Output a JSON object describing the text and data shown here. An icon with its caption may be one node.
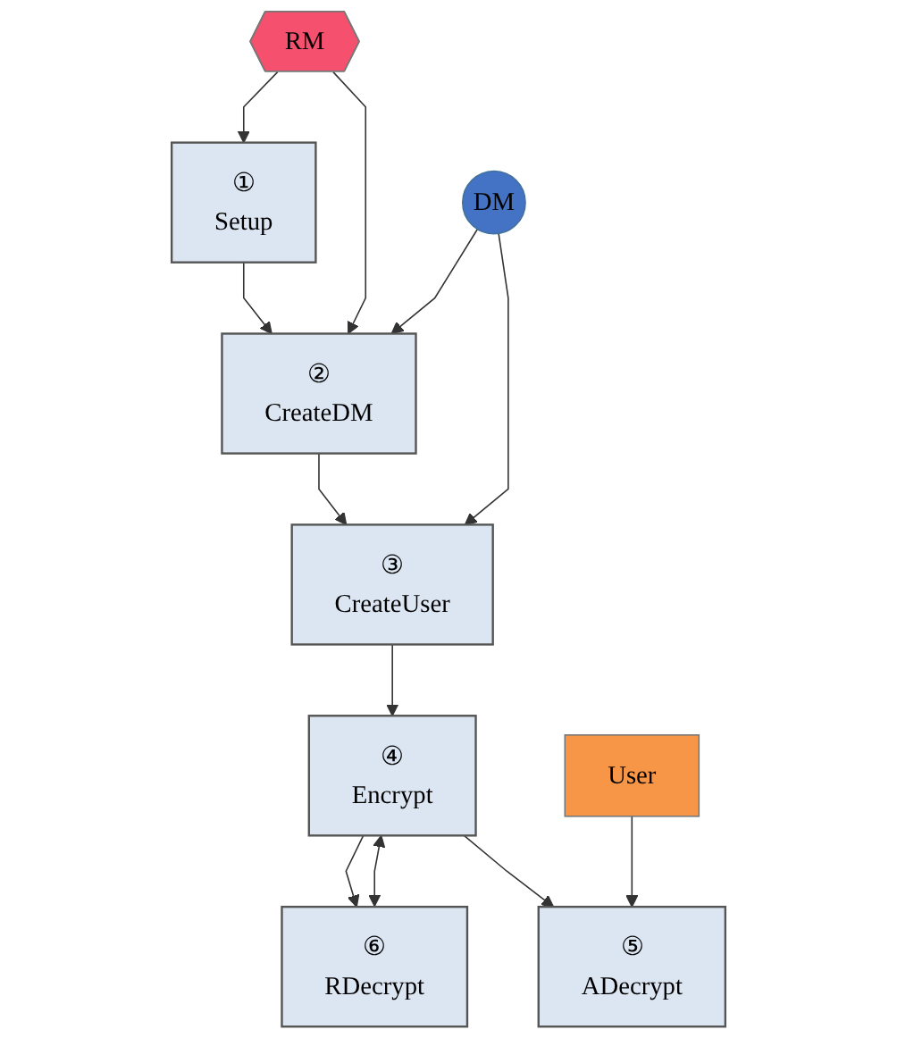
{
  "diagram": {
    "nodes": [
      {
        "text": [
          "①",
          "Setup"
        ]
      },
      {
        "text": [
          "②",
          "CreateDM"
        ]
      },
      {
        "text": [
          "③",
          "CreateUser"
        ]
      },
      {
        "text": [
          "④",
          "Encrypt"
        ]
      },
      {
        "text": [
          "⑥",
          "RDecrypt"
        ]
      },
      {
        "text": [
          "⑤",
          "ADecrypt"
        ]
      },
      {
        "text": [
          "RM"
        ]
      },
      {
        "text": [
          "DM"
        ]
      },
      {
        "text": [
          "User"
        ]
      }
    ],
    "edges": [
      {
        "from": 0,
        "to": 1,
        "arrow": "to"
      },
      {
        "from": 1,
        "to": 2,
        "arrow": "to"
      },
      {
        "from": 2,
        "to": 3,
        "arrow": "to"
      },
      {
        "from": 3,
        "to": 4,
        "arrow": "to"
      },
      {
        "from": 3,
        "to": 5,
        "arrow": "to"
      },
      {
        "from": 6,
        "to": 0,
        "arrow": "to"
      },
      {
        "from": 6,
        "to": 1,
        "arrow": "to"
      },
      {
        "from": 7,
        "to": 1,
        "arrow": "to"
      },
      {
        "from": 7,
        "to": 2,
        "arrow": "to"
      },
      {
        "from": 8,
        "to": 5,
        "arrow": "to"
      },
      {
        "from": 4,
        "to": 3,
        "arrow": "both"
      }
    ]
  }
}
